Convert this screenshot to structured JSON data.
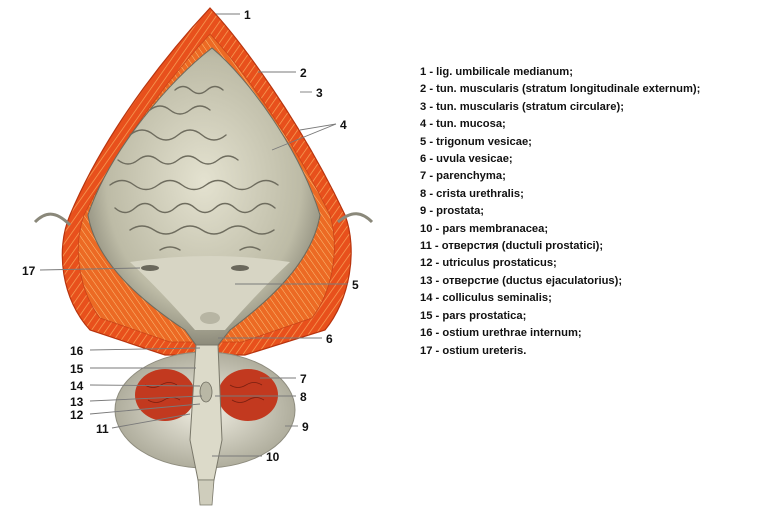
{
  "figure": {
    "callouts": [
      "1",
      "2",
      "3",
      "4",
      "5",
      "6",
      "7",
      "8",
      "9",
      "10",
      "11",
      "12",
      "13",
      "14",
      "15",
      "16",
      "17"
    ]
  },
  "legend": [
    "1 - lig. umbilicale medianum;",
    "2 - tun. muscularis (stratum longitudinale externum);",
    "3 - tun. muscularis (stratum circulare);",
    "4 - tun. mucosa;",
    "5 - trigonum vesicae;",
    "6 - uvula vesicae;",
    "7 - parenchyma;",
    "8 - crista urethralis;",
    "9 - prostata;",
    "10 - pars membranacea;",
    "11 - отверстия (ductuli prostatici);",
    "12 - utriculus prostaticus;",
    "13 - отверстие (ductus ejaculatorius);",
    "14 - colliculus seminalis;",
    "15 - pars prostatica;",
    "16 - ostium urethrae internum;",
    "17 - ostium ureteris."
  ],
  "colors": {
    "muscle_outer": "#e8501c",
    "muscle_inner": "#f07a2a",
    "mucosa": "#cfcdb8",
    "mucosa_shadow": "#7d7b6a",
    "prostate": "#d8d4c0",
    "prostate_tissue": "#c2391f"
  }
}
